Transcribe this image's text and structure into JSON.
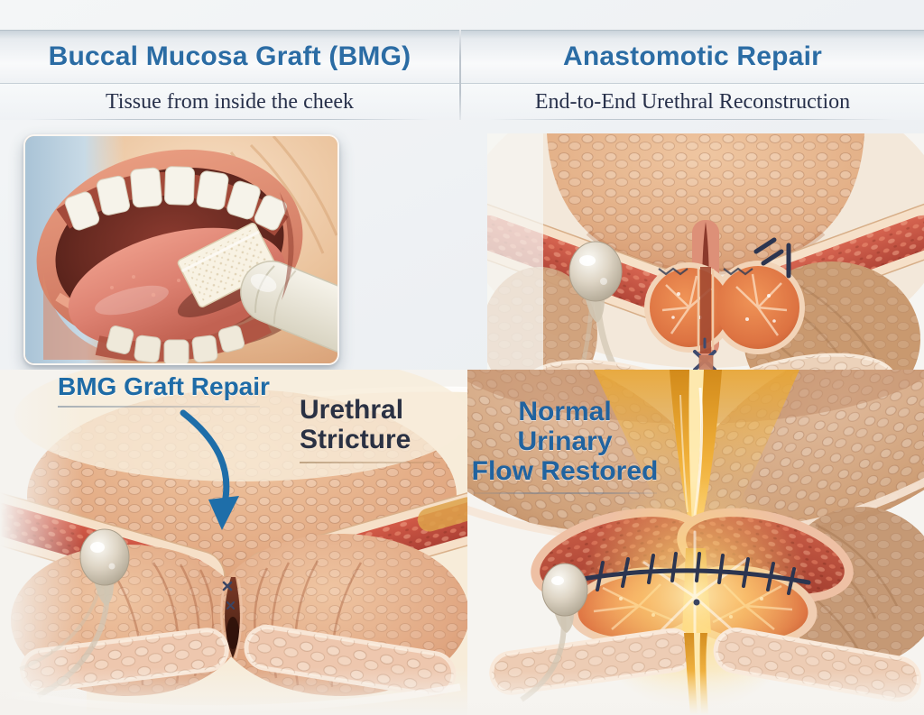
{
  "header_left": {
    "title": "Buccal Mucosa Graft (BMG)",
    "subtitle": "Tissue from inside the cheek"
  },
  "header_right": {
    "title": "Anastomotic Repair",
    "subtitle": "End-to-End Urethral Reconstruction"
  },
  "labels": {
    "bmg_graft_repair": "BMG Graft Repair",
    "urethral_stricture": {
      "full": "Urethral Stricture",
      "line1": "Urethral",
      "line2": "Stricture"
    },
    "normal_flow": {
      "full": "Normal Urinary Flow Restored",
      "line1": "Normal Urinary",
      "line2": "Flow Restored"
    }
  },
  "illustrations": {
    "mouth_graft": "open-mouth-buccal-mucosa-graft-harvest",
    "anastomotic_repair": "urethral-cross-section-end-to-end-sutured",
    "urethral_stricture": "urethral-cross-section-narrowed-stricture",
    "restored_flow": "urethral-cross-section-golden-urine-stream"
  },
  "colors": {
    "title_blue": "#2b6ca4",
    "text_navy": "#2a3143",
    "arrow_blue": "#1e6ea9",
    "suture_navy": "#2c3550",
    "cream_panel": "#f7ecd9",
    "urine_gold": "#eda72e",
    "canvas_bg": "#eef1f3"
  }
}
